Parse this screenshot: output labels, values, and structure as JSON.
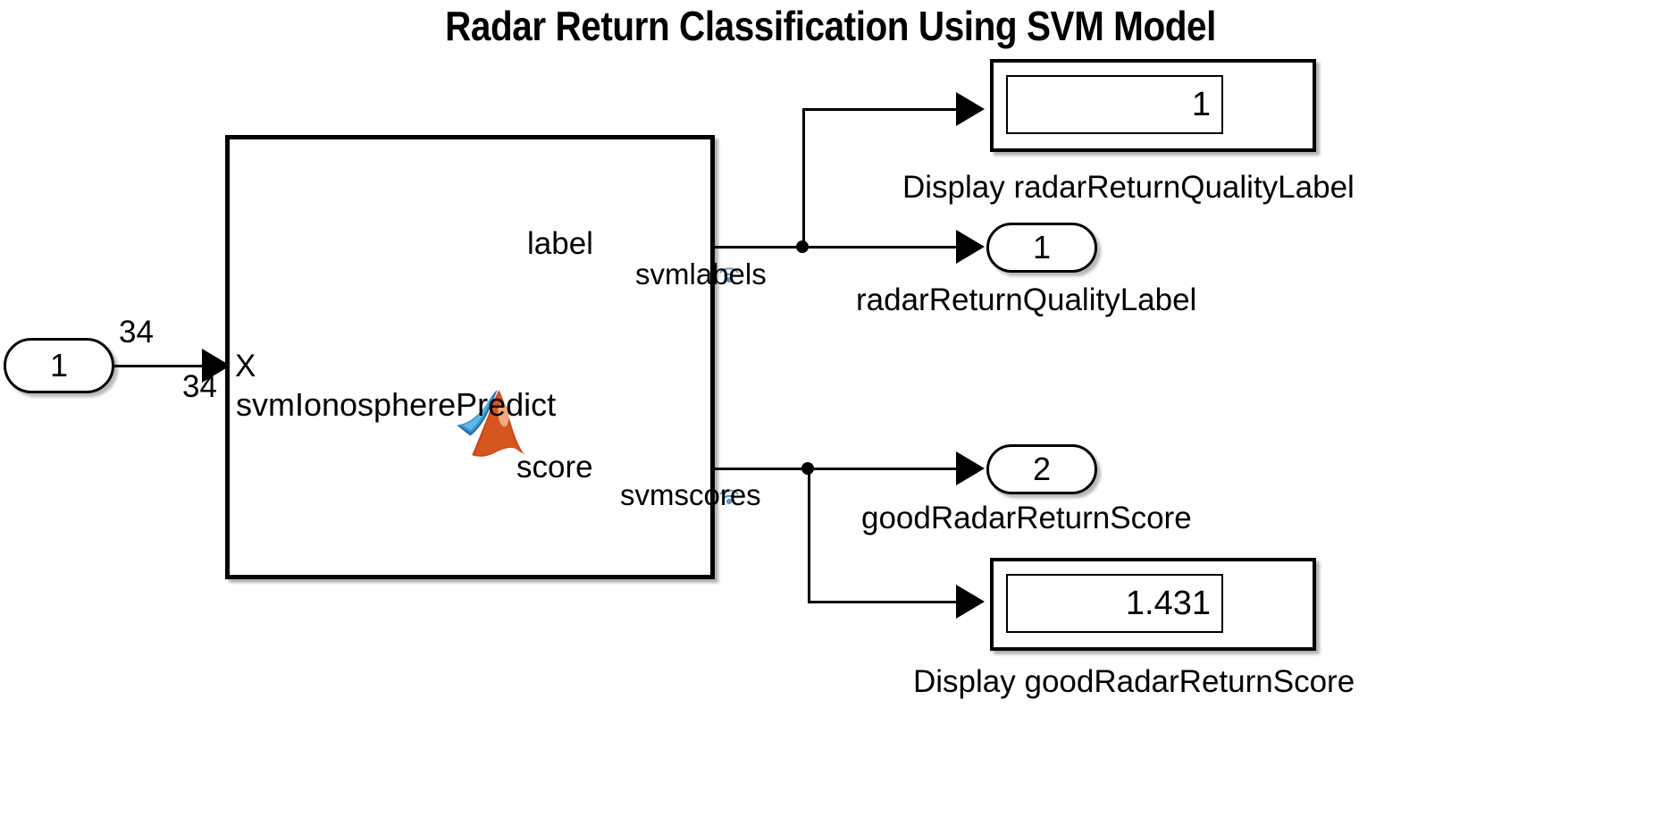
{
  "diagram": {
    "title": "Radar Return Classification Using SVM Model",
    "type": "simulink-block-diagram"
  },
  "input_port": {
    "name": "input-port-1",
    "value": "1",
    "signal_width_top": "34",
    "signal_width_bottom": "34"
  },
  "svm_block": {
    "name": "svmIonospherePredict",
    "inport_label": "X",
    "outport_label_1": "label",
    "outport_label_2": "score",
    "icon": "matlab-membrane-logo"
  },
  "signals": {
    "label_signal_name": "svmlabels",
    "score_signal_name": "svmscores",
    "logging_badge": "signal-logging-icon"
  },
  "outputs": [
    {
      "name": "radarReturnQualityLabel",
      "port_value": "1",
      "caption": "radarReturnQualityLabel"
    },
    {
      "name": "goodRadarReturnScore",
      "port_value": "2",
      "caption": "goodRadarReturnScore"
    }
  ],
  "displays": [
    {
      "name": "Display radarReturnQualityLabel",
      "value": "1",
      "caption": "Display radarReturnQualityLabel"
    },
    {
      "name": "Display goodRadarReturnScore",
      "value": "1.431",
      "caption": "Display goodRadarReturnScore"
    }
  ],
  "colors": {
    "background": "#ffffff",
    "line": "#000000",
    "logging_badge": "#4a8fc4",
    "logo_orange": "#d4521f",
    "logo_blue": "#1f77b4"
  }
}
